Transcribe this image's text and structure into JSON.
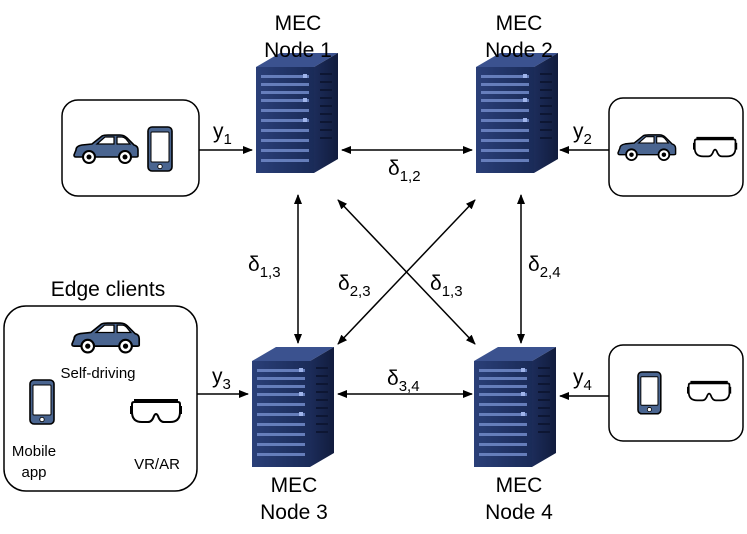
{
  "nodes": [
    {
      "line1": "MEC",
      "line2": "Node 1"
    },
    {
      "line1": "MEC",
      "line2": "Node 2"
    },
    {
      "line1": "MEC",
      "line2": "Node 3"
    },
    {
      "line1": "MEC",
      "line2": "Node 4"
    }
  ],
  "inputs": [
    {
      "base": "y",
      "sub": "1"
    },
    {
      "base": "y",
      "sub": "2"
    },
    {
      "base": "y",
      "sub": "3"
    },
    {
      "base": "y",
      "sub": "4"
    }
  ],
  "links": {
    "d12": {
      "base": "δ",
      "sub": "1,2"
    },
    "d34": {
      "base": "δ",
      "sub": "3,4"
    },
    "d13_vertical": {
      "base": "δ",
      "sub": "1,3"
    },
    "d24": {
      "base": "δ",
      "sub": "2,4"
    },
    "d23": {
      "base": "δ",
      "sub": "2,3"
    },
    "d13_diagonal": {
      "base": "δ",
      "sub": "1,3"
    }
  },
  "edge_clients": {
    "title": "Edge clients",
    "self_driving": "Self-driving",
    "mobile_line1": "Mobile",
    "mobile_line2": "app",
    "vr_ar": "VR/AR"
  },
  "colors": {
    "server_dark": "#14234a",
    "server_mid": "#2a3f78",
    "server_light": "#4a64a8",
    "car_fill": "#4a6590",
    "phone_fill": "#4a6590",
    "stroke": "#000000"
  }
}
